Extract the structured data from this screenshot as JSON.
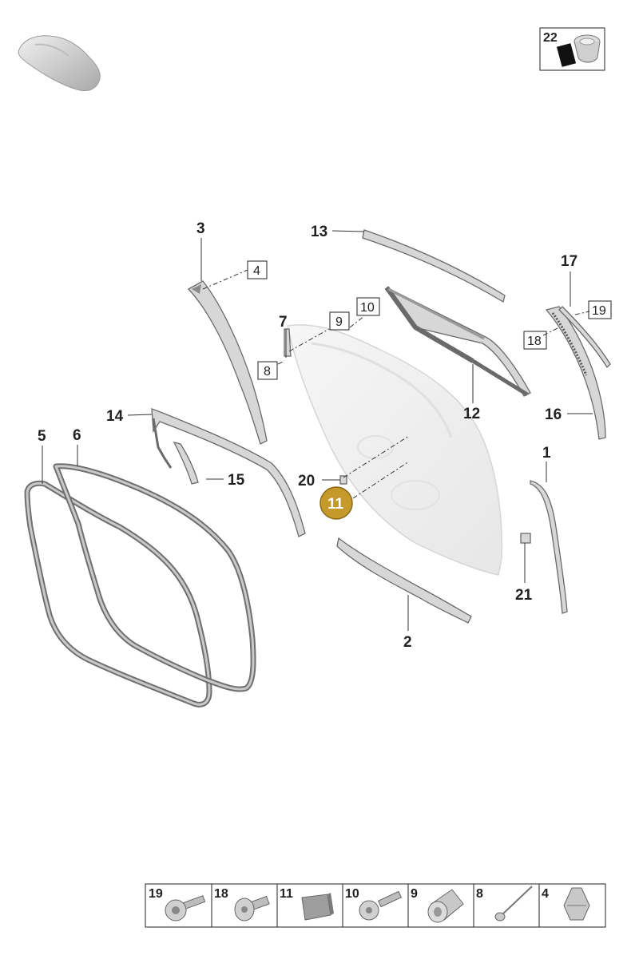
{
  "labels": {
    "p1": "1",
    "p2": "2",
    "p3": "3",
    "p5": "5",
    "p6": "6",
    "p7": "7",
    "p12": "12",
    "p13": "13",
    "p14": "14",
    "p15": "15",
    "p16": "16",
    "p17": "17",
    "p20": "20",
    "p21": "21"
  },
  "boxed": {
    "b4": "4",
    "b8": "8",
    "b9": "9",
    "b10": "10",
    "b18": "18",
    "b19": "19"
  },
  "callout": {
    "number": "11",
    "color": "#c59a2a"
  },
  "thumbnail": {
    "number": "22"
  },
  "legend": [
    {
      "number": "19",
      "icon": "button-head-screw-icon"
    },
    {
      "number": "18",
      "icon": "flanged-screw-icon"
    },
    {
      "number": "11",
      "icon": "foam-pad-icon"
    },
    {
      "number": "10",
      "icon": "screw-icon"
    },
    {
      "number": "9",
      "icon": "rivet-nut-icon"
    },
    {
      "number": "8",
      "icon": "blind-rivet-icon"
    },
    {
      "number": "4",
      "icon": "clip-icon"
    }
  ]
}
